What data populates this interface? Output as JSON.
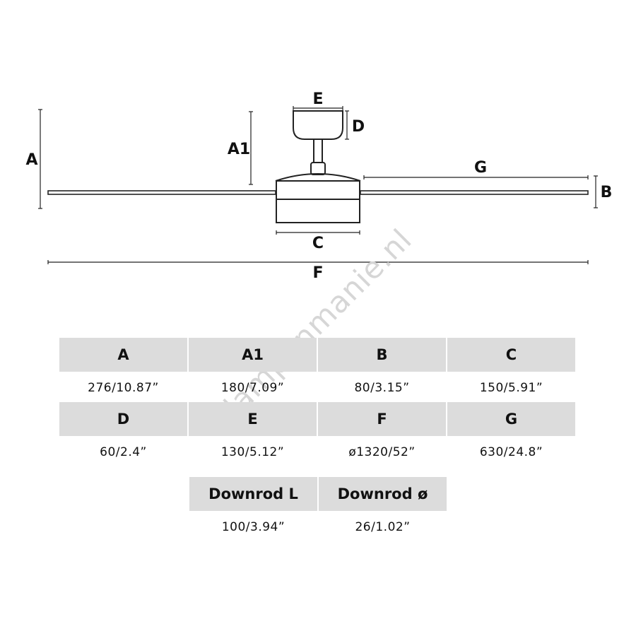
{
  "diagram": {
    "watermark": "lampenmanie.nl",
    "labels": {
      "A": "A",
      "A1": "A1",
      "B": "B",
      "C": "C",
      "D": "D",
      "E": "E",
      "F": "F",
      "G": "G"
    }
  },
  "specs": {
    "row1": [
      {
        "header": "A",
        "value": "276/10.87”"
      },
      {
        "header": "A1",
        "value": "180/7.09”"
      },
      {
        "header": "B",
        "value": "80/3.15”"
      },
      {
        "header": "C",
        "value": "150/5.91”"
      }
    ],
    "row2": [
      {
        "header": "D",
        "value": "60/2.4”"
      },
      {
        "header": "E",
        "value": "130/5.12”"
      },
      {
        "header": "F",
        "value": "ø1320/52”"
      },
      {
        "header": "G",
        "value": "630/24.8”"
      }
    ],
    "row3": [
      {
        "header": "Downrod L",
        "value": "100/3.94”"
      },
      {
        "header": "Downrod ø",
        "value": "26/1.02”"
      }
    ]
  }
}
